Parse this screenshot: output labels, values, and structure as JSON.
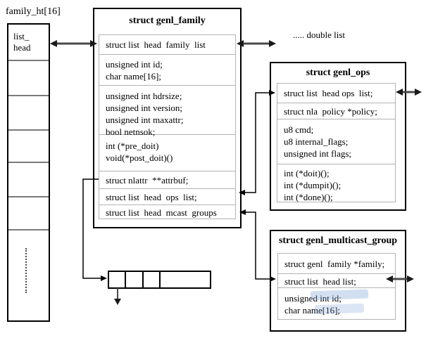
{
  "labels": {
    "family_ht": "family_ht[16]",
    "hash_cell_line1": "list_",
    "hash_cell_line2": "head",
    "double_list": "..... double list"
  },
  "genl_family": {
    "title": "struct genl_family",
    "rows": [
      {
        "lines": [
          "struct list  head  family  list"
        ]
      },
      {
        "lines": [
          "unsigned int id;",
          "char name[16];"
        ]
      },
      {
        "lines": [
          "unsigned int hdrsize;",
          "unsigned int version;",
          "unsigned int maxattr;",
          "bool netnsok;"
        ]
      },
      {
        "lines": [
          "int (*pre_doit)",
          "void(*post_doit)()"
        ]
      },
      {
        "lines": [
          "struct nlattr  **attrbuf;"
        ]
      },
      {
        "lines": [
          "struct list  head  ops  list;"
        ]
      },
      {
        "lines": [
          "struct list  head  mcast  groups"
        ]
      }
    ]
  },
  "genl_ops": {
    "title": "struct genl_ops",
    "rows": [
      {
        "lines": [
          "struct list  head ops  list;"
        ]
      },
      {
        "lines": [
          "struct nla  policy *policy;"
        ]
      },
      {
        "lines": [
          "u8 cmd;",
          "u8 internal_flags;",
          "unsigned int flags;"
        ]
      },
      {
        "lines": [
          "int (*doit)();",
          "int (*dumpit)();",
          "int (*done)();"
        ]
      }
    ]
  },
  "genl_multicast_group": {
    "title": "struct genl_multicast_group",
    "rows": [
      {
        "lines": [
          "struct genl  family *family;"
        ]
      },
      {
        "lines": [
          "struct list  head list;"
        ]
      },
      {
        "lines": [
          "unsigned int id;",
          "char name[16];"
        ]
      }
    ]
  },
  "colors": {
    "line": "#000000",
    "thick_arrow": "#4a4a4a",
    "inner_border": "#b3b3b3",
    "hash_divider": "#7a7a7a",
    "watermark": "#749cd0"
  }
}
